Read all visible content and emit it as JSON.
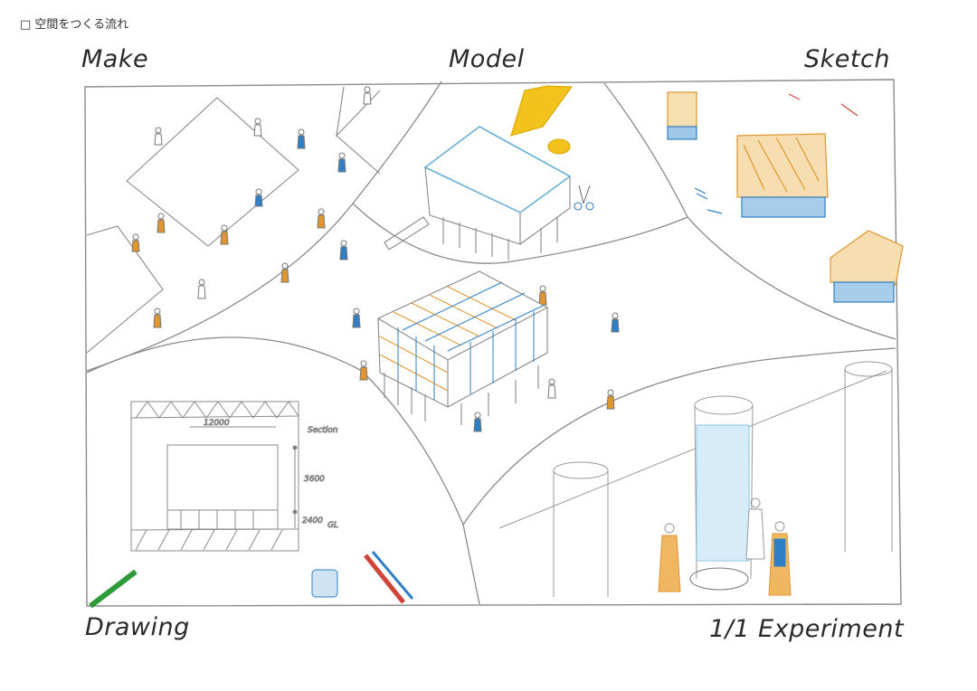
{
  "header": {
    "title": "□ 空間をつくる流れ"
  },
  "labels": {
    "make": "Make",
    "model": "Model",
    "sketch": "Sketch",
    "drawing": "Drawing",
    "experiment": "1/1 Experiment"
  },
  "drawing_annotations": {
    "width": "12000",
    "section": "Section",
    "height": "3600",
    "ground": "2400",
    "gl": "GL"
  },
  "colors": {
    "pencil": "#8a8a8a",
    "orange": "#e0962e",
    "blue": "#2f7fc4",
    "yellow": "#f2c21d",
    "green": "#2e9a3a",
    "red": "#d0453a",
    "light_blue": "#8cc6e6"
  }
}
